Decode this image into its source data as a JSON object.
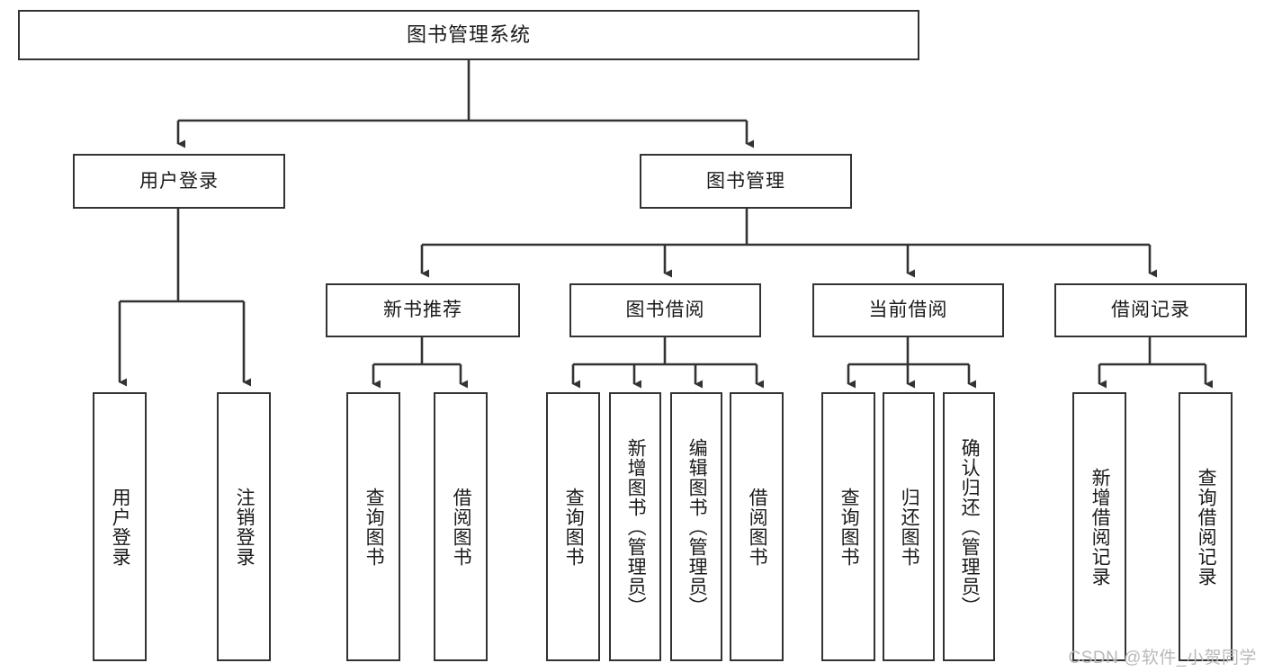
{
  "diagram": {
    "type": "hierarchy-tree",
    "title": "图书管理系统",
    "root": {
      "label": "图书管理系统"
    },
    "level2": [
      {
        "label": "用户登录"
      },
      {
        "label": "图书管理"
      }
    ],
    "level3": [
      {
        "label": "新书推荐"
      },
      {
        "label": "图书借阅"
      },
      {
        "label": "当前借阅"
      },
      {
        "label": "借阅记录"
      }
    ],
    "leaves": {
      "user_login": [
        {
          "label": "用户登录"
        },
        {
          "label": "注销登录"
        }
      ],
      "new_book_recommend": [
        {
          "label": "查询图书"
        },
        {
          "label": "借阅图书"
        }
      ],
      "book_borrow": [
        {
          "label": "查询图书"
        },
        {
          "label": "新增图书（管理员）"
        },
        {
          "label": "编辑图书（管理员）"
        },
        {
          "label": "借阅图书"
        }
      ],
      "current_borrow": [
        {
          "label": "查询图书"
        },
        {
          "label": "归还图书"
        },
        {
          "label": "确认归还（管理员）"
        }
      ],
      "borrow_record": [
        {
          "label": "新增借阅记录"
        },
        {
          "label": "查询借阅记录"
        }
      ]
    }
  },
  "watermark": {
    "text": "CSDN @软件_小贺同学"
  },
  "colors": {
    "box_border": "#333333",
    "box_fill": "#ffffff",
    "text": "#1a1a1a",
    "edge": "#333333",
    "watermark": "#b9b9b9"
  }
}
